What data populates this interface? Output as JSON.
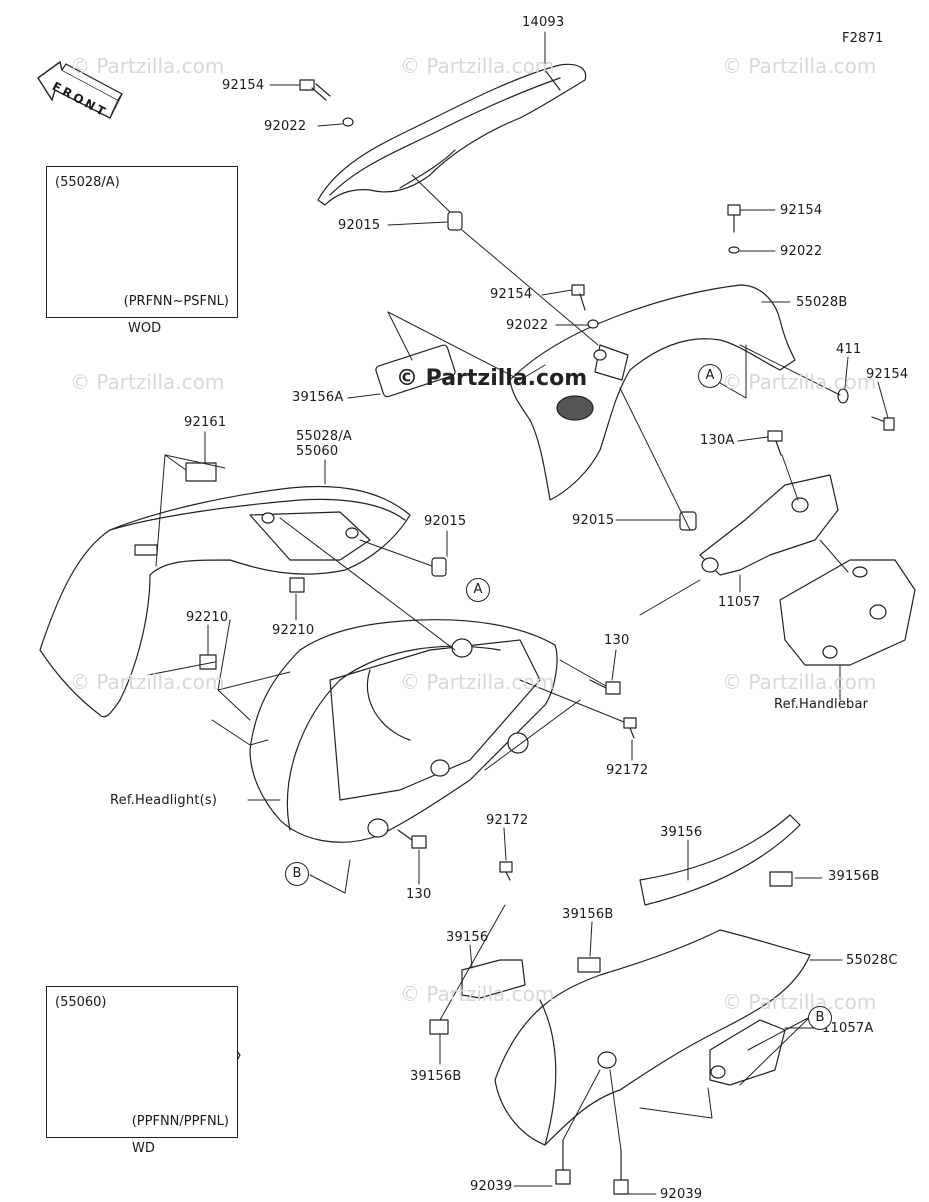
{
  "figure_id": "F2871",
  "front_label": "FRONT",
  "watermark_text": "© Partzilla.com",
  "watermark_main": "© Partzilla.com",
  "part_labels": {
    "p14093": "14093",
    "p92154_top": "92154",
    "p92022_top": "92022",
    "p92015_top": "92015",
    "p92154_r1": "92154",
    "p92022_r1": "92022",
    "p92154_mid": "92154",
    "p92022_mid": "92022",
    "p55028B": "55028B",
    "p39156A": "39156A",
    "p411": "411",
    "p92154_r2": "92154",
    "p130A": "130A",
    "p92161": "92161",
    "p55028A": "55028/A",
    "p55060": "55060",
    "p92015_mid": "92015",
    "p92015_r": "92015",
    "p11057": "11057",
    "p92210_a": "92210",
    "p92210_b": "92210",
    "p130_top": "130",
    "p92172_top": "92172",
    "ref_handlebar": "Ref.Handlebar",
    "ref_headlight": "Ref.Headlight(s)",
    "p92172_bot": "92172",
    "p130_bot": "130",
    "p39156_r": "39156",
    "p39156B_r": "39156B",
    "p39156B_mid": "39156B",
    "p39156_l": "39156",
    "p55028C": "55028C",
    "p11057A": "11057A",
    "p39156B_l": "39156B",
    "p92039_a": "92039",
    "p92039_b": "92039"
  },
  "callouts": {
    "a1": "A",
    "a2": "A",
    "b1": "B",
    "b2": "B"
  },
  "insets": {
    "top": {
      "code": "(55028/A)",
      "model": "(PRFNN~PSFNL)",
      "caption": "WOD"
    },
    "bottom": {
      "code": "(55060)",
      "model": "(PPFNN/PPFNL)",
      "caption": "WD"
    }
  }
}
